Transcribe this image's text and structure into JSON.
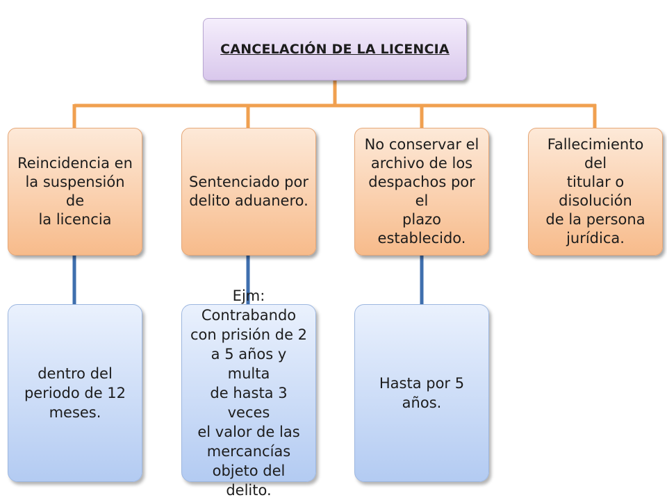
{
  "title": "CANCELACIÓN DE LA LICENCIA",
  "colors": {
    "title_fill": "#d9c8ec",
    "cause_fill": "#f7bb8b",
    "detail_fill": "#b3cbf2",
    "orange_connector": "#f0a050",
    "blue_connector": "#3f6fae"
  },
  "causes": [
    "Reincidencia  en\nla suspensión  de\nla licencia",
    "Sentenciado  por\ndelito aduanero.",
    "No conservar el\narchivo de los\ndespachos  por el\nplazo\nestablecido.",
    "Fallecimiento del\ntitular o disolución\nde la persona\njurídica."
  ],
  "details": [
    "dentro del\nperiodo de 12\nmeses.",
    "Ejm:\nContrabando\ncon prisión de 2\na 5 años y multa\nde hasta 3 veces\nel valor de las\nmercancías\nobjeto del delito.",
    "Hasta por 5 años."
  ]
}
